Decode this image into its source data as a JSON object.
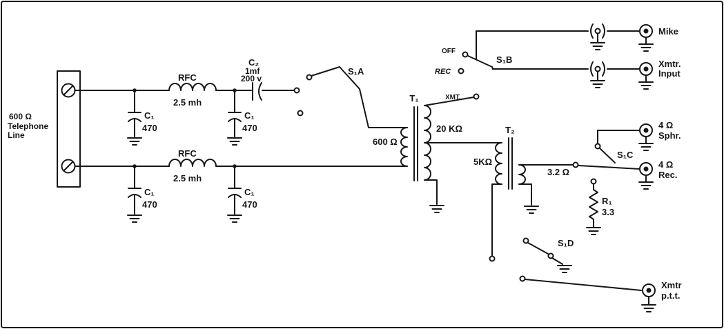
{
  "figure": {
    "type": "schematic",
    "ink_color": "#161616",
    "paper_color": "#ffffff"
  },
  "telephone_line": {
    "impedance": "600 Ω",
    "label_line1": "Telephone",
    "label_line2": "Line"
  },
  "chokes": {
    "top": {
      "name": "RFC",
      "value": "2.5 mh"
    },
    "bottom": {
      "name": "RFC",
      "value": "2.5 mh"
    }
  },
  "capacitors": {
    "c1_top_left": {
      "name": "C₁",
      "value": "470"
    },
    "c1_top_right": {
      "name": "C₁",
      "value": "470"
    },
    "c1_bottom_left": {
      "name": "C₁",
      "value": "470"
    },
    "c1_bottom_right": {
      "name": "C₁",
      "value": "470"
    },
    "c2": {
      "name": "C₂",
      "value": "1mf",
      "rating": "200 v"
    }
  },
  "transformers": {
    "t1": {
      "name": "T₁",
      "primary": "600 Ω",
      "secondary": "20 KΩ"
    },
    "t2": {
      "name": "T₂",
      "primary": "5KΩ",
      "secondary": "3.2 Ω"
    }
  },
  "resistors": {
    "r1": {
      "name": "R₁",
      "value": "3.3"
    }
  },
  "switches": {
    "s1a": {
      "name": "S₁A"
    },
    "s1b": {
      "name": "S₁B",
      "pos_off": "OFF",
      "pos_rec": "REC",
      "pos_xmt": "XMT."
    },
    "s1c": {
      "name": "S₁C"
    },
    "s1d": {
      "name": "S₁D"
    }
  },
  "jacks": {
    "mike": {
      "label": "Mike"
    },
    "xmtr_input": {
      "label_line1": "Xmtr.",
      "label_line2": "Input"
    },
    "speaker": {
      "label_line1": "4 Ω",
      "label_line2": "Sphr."
    },
    "receiver": {
      "label_line1": "4 Ω",
      "label_line2": "Rec."
    },
    "ptt": {
      "label_line1": "Xmtr",
      "label_line2": "p.t.t."
    }
  }
}
